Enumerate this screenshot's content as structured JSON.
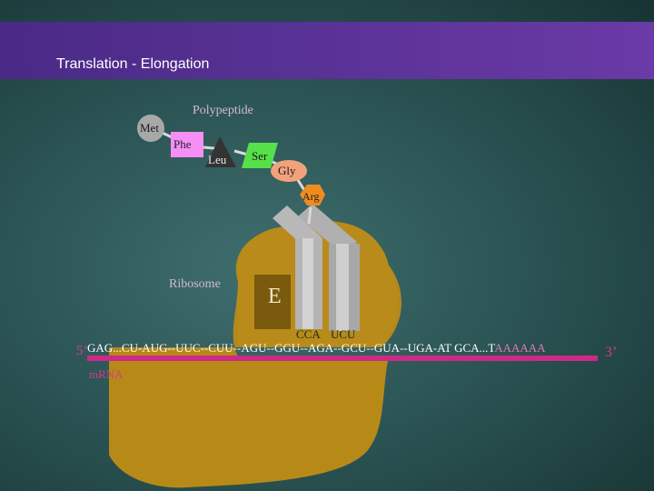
{
  "slide": {
    "title": "Translation - Elongation"
  },
  "labels": {
    "polypeptide": "Polypeptide",
    "ribosome": "Ribosome",
    "mrna": "mRNA",
    "five_prime": "5’",
    "three_prime": "3’",
    "e_site": "E"
  },
  "amino_acids": {
    "met": "Met",
    "phe": "Phe",
    "leu": "Leu",
    "ser": "Ser",
    "gly": "Gly",
    "arg": "Arg"
  },
  "mrna_sequence": {
    "main": "GAG...CU-AUG--UUC--CUU--AGU--GGU--AGA--GCU--GUA--UGA-AT GCA...T",
    "poly_a_tail": "AAAAAA"
  },
  "anticodons": {
    "left": "CCA",
    "right": "UCU"
  },
  "colors": {
    "title_band": "#5a30a0",
    "ribosome": "#b78a18",
    "mrna_line": "#cc2a86",
    "met": "#a8a8a8",
    "phe": "#f58ef5",
    "leu": "#333333",
    "ser": "#56e04a",
    "gly": "#f2a27a",
    "arg": "#f08c1e"
  }
}
